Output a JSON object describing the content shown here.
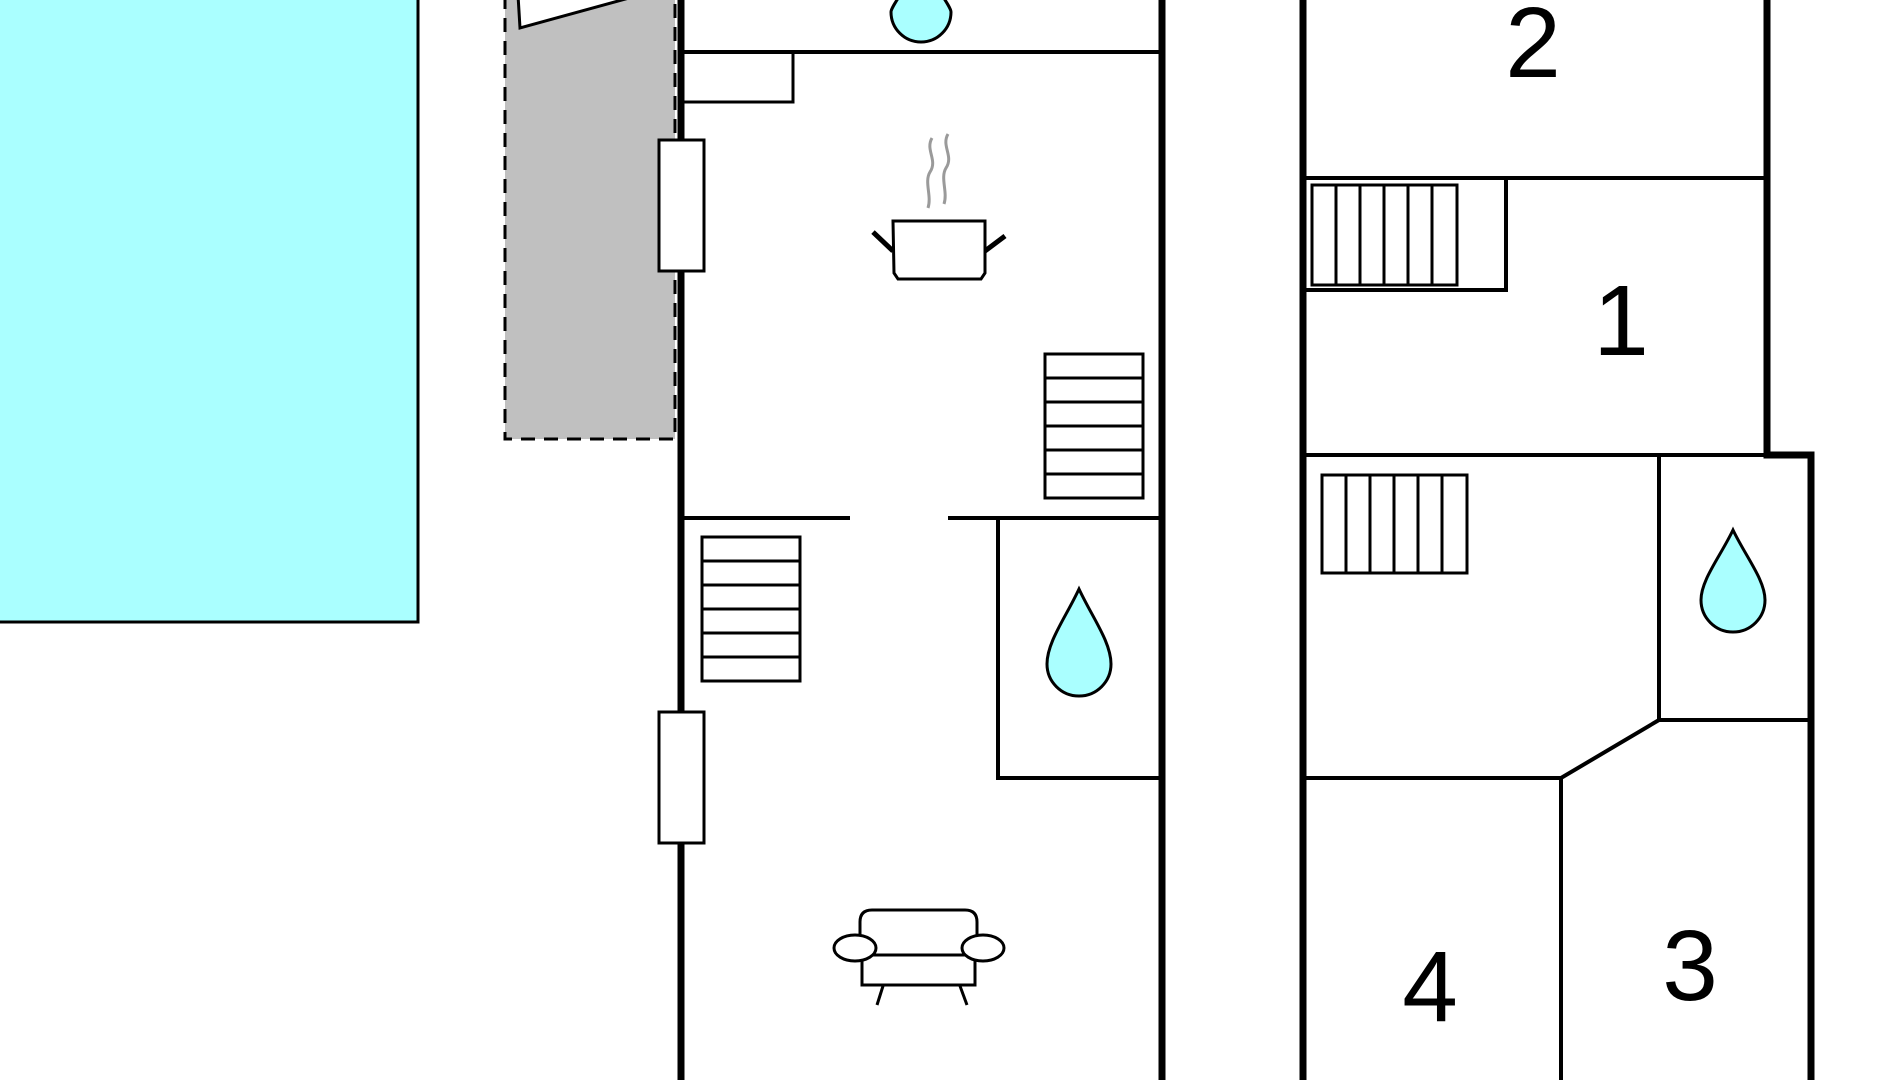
{
  "colors": {
    "pool": "#aaffff",
    "terrace": "#c0c0c0",
    "wall": "#000000",
    "water": "#aaffff",
    "steam": "#9a9a9a"
  },
  "icons": [
    "water-drop-icon",
    "cooking-pot-icon",
    "sofa-icon",
    "stairs-icon"
  ],
  "rooms": {
    "room_1": "1",
    "room_2": "2",
    "room_3": "3",
    "room_4": "4"
  }
}
